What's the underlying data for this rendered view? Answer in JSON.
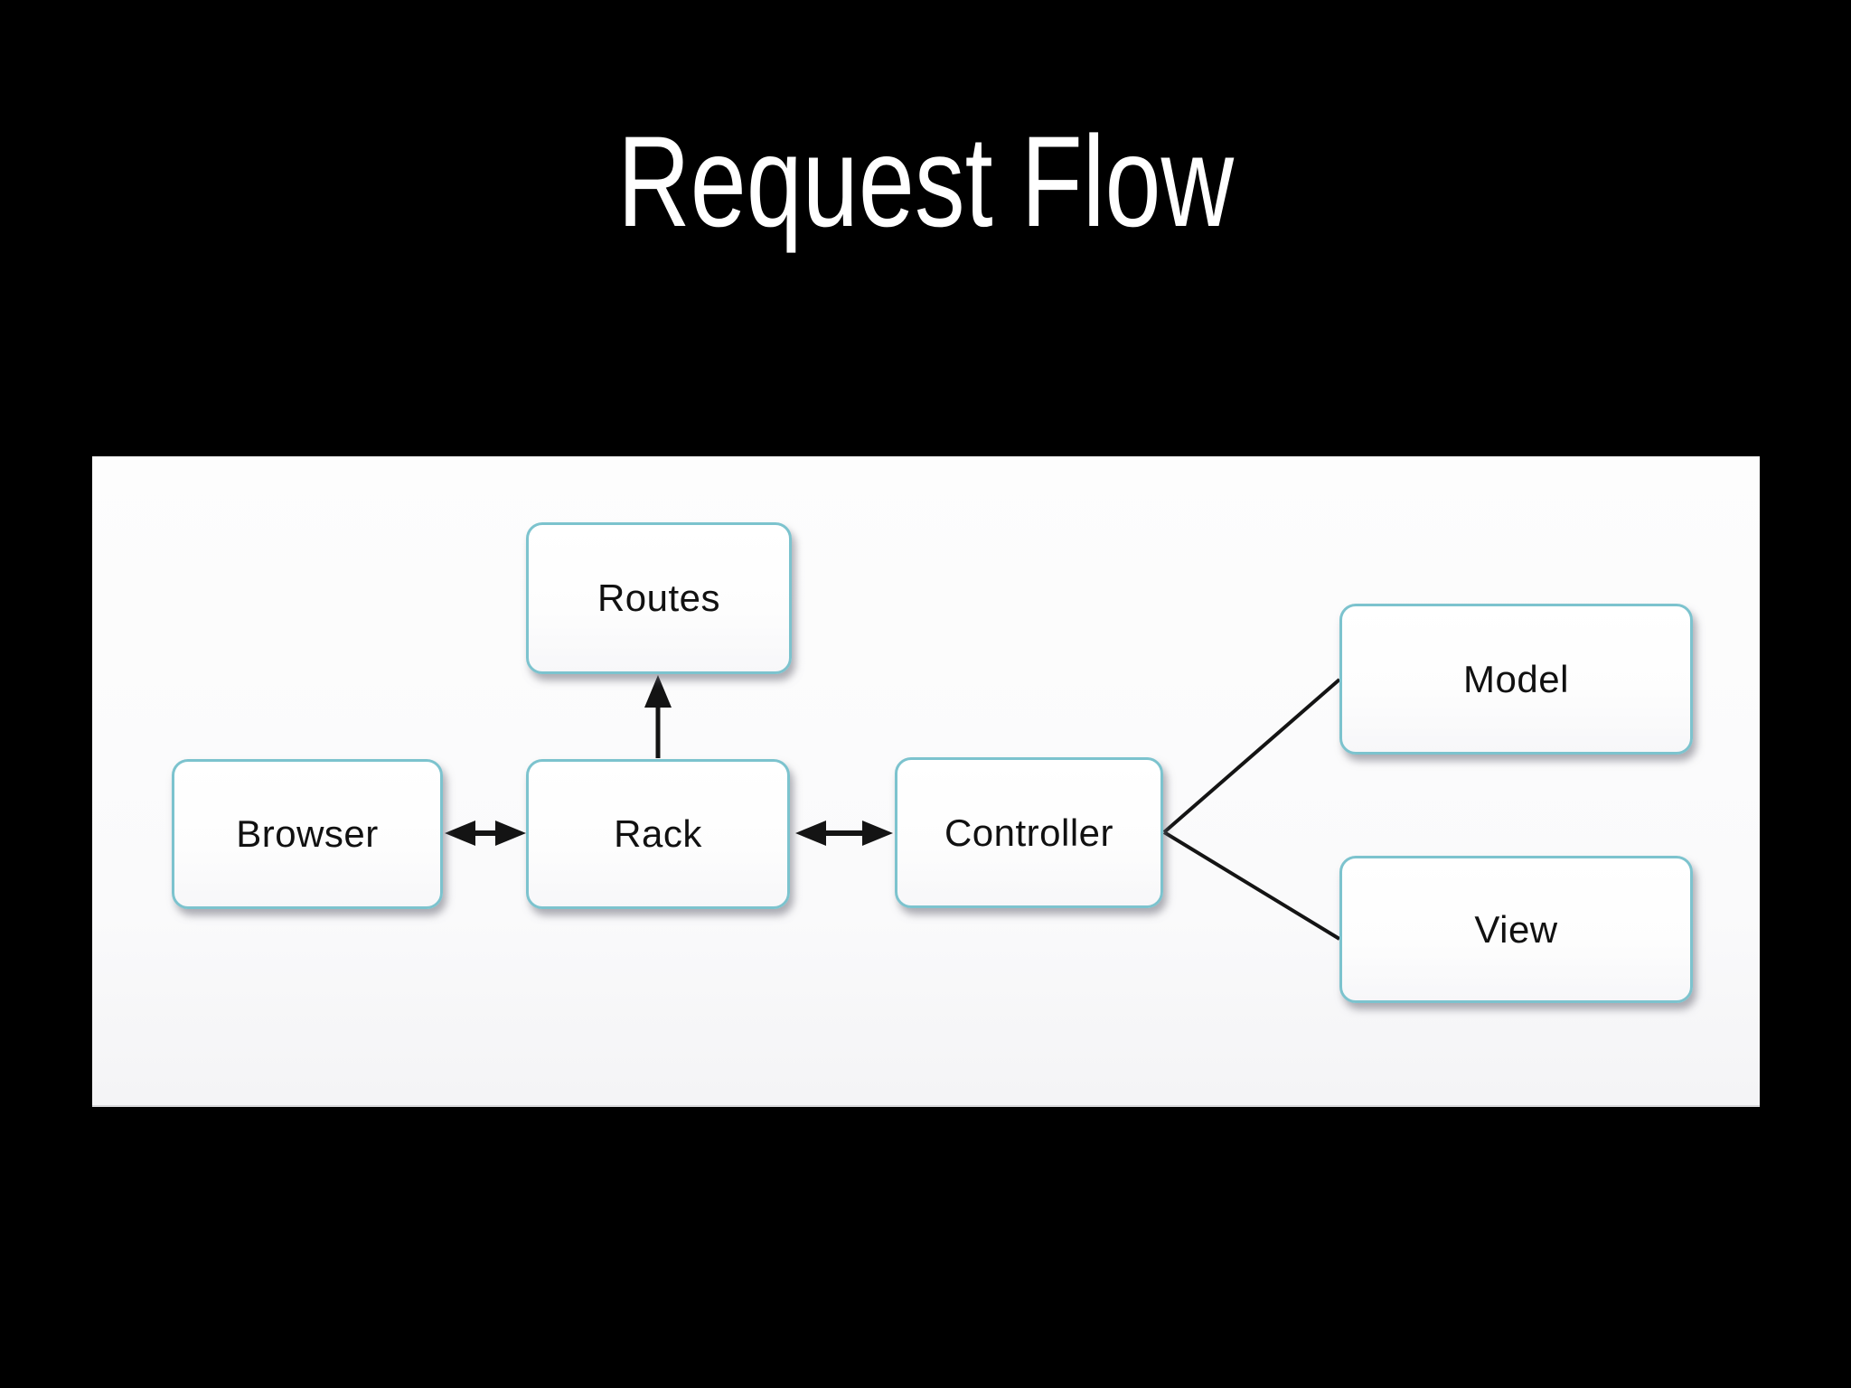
{
  "title": "Request Flow",
  "nodes": {
    "routes": {
      "label": "Routes"
    },
    "browser": {
      "label": "Browser"
    },
    "rack": {
      "label": "Rack"
    },
    "controller": {
      "label": "Controller"
    },
    "model": {
      "label": "Model"
    },
    "view": {
      "label": "View"
    }
  },
  "edges": [
    {
      "from": "browser",
      "to": "rack",
      "type": "double-arrow"
    },
    {
      "from": "rack",
      "to": "controller",
      "type": "double-arrow"
    },
    {
      "from": "rack",
      "to": "routes",
      "type": "arrow"
    },
    {
      "from": "controller",
      "to": "model",
      "type": "line"
    },
    {
      "from": "controller",
      "to": "view",
      "type": "line"
    }
  ],
  "colors": {
    "page_background": "#000000",
    "slide_background": "#fbfbfb",
    "node_border": "#7cc3ce",
    "node_fill": "#ffffff",
    "edge_stroke": "#141414",
    "title_text": "#ffffff",
    "label_text": "#111111"
  }
}
